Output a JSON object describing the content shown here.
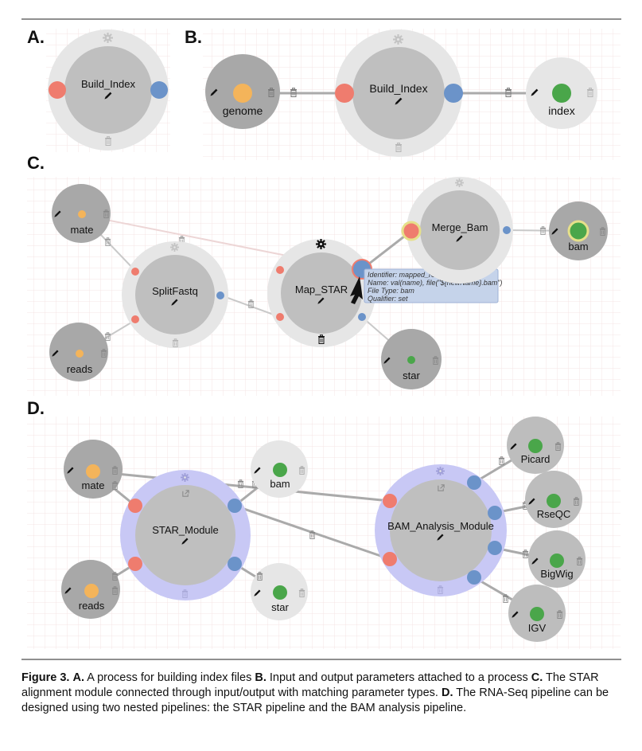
{
  "panels": {
    "a": "A.",
    "b": "B.",
    "c": "C.",
    "d": "D."
  },
  "nodes": {
    "build_index_a": "Build_Index",
    "genome": "genome",
    "build_index_b": "Build_Index",
    "index": "index",
    "mate_c": "mate",
    "reads_c": "reads",
    "splitfastq": "SplitFastq",
    "map_star": "Map_STAR",
    "merge_bam": "Merge_Bam",
    "bam_c": "bam",
    "star_c": "star",
    "mate_d": "mate",
    "reads_d": "reads",
    "star_module": "STAR_Module",
    "bam_d": "bam",
    "star_d": "star",
    "bam_analysis_module": "BAM_Analysis_Module",
    "picard": "Picard",
    "rseqc": "RseQC",
    "bigwig": "BigWig",
    "igv": "IGV"
  },
  "tooltip": {
    "line1": "Identifier: mapped_reads",
    "line2": "Name: val(name), file(\"${newName}.bam\")",
    "line3": "File Type: bam",
    "line4": "Qualifier: set"
  },
  "icons": {
    "gear": "gear-icon",
    "pencil": "pencil-icon",
    "trash": "trash-icon",
    "cursor": "cursor-arrow-icon",
    "external": "external-link-icon"
  },
  "colors": {
    "input_param": "#ef7c6e",
    "output_param": "#6b93c9",
    "source_value": "#f4b45a",
    "sink_value": "#4aa64a",
    "module_ring": "#c8c8f5"
  },
  "caption": {
    "fig_label": "Figure 3.",
    "a_label": "A.",
    "a_text": " A process for building index files ",
    "b_label": "B.",
    "b_text": " Input and output parameters attached to a process ",
    "c_label": "C.",
    "c_text": " The STAR alignment module connected through input/output with matching parameter types. ",
    "d_label": "D.",
    "d_text": " The RNA-Seq pipeline can be designed using two nested pipelines: the STAR pipeline and the BAM analysis pipeline."
  }
}
